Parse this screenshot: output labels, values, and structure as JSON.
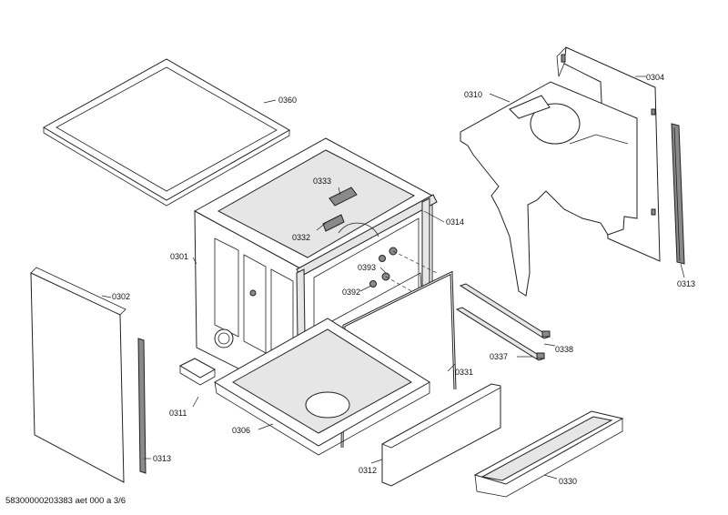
{
  "parts": {
    "p0360": "0360",
    "p0304": "0304",
    "p0310": "0310",
    "p0333": "0333",
    "p0314": "0314",
    "p0301": "0301",
    "p0332": "0332",
    "p0393": "0393",
    "p0392": "0392",
    "p0302": "0302",
    "p0313a": "0313",
    "p0313b": "0313",
    "p0338": "0338",
    "p0337": "0337",
    "p0331": "0331",
    "p0311": "0311",
    "p0306": "0306",
    "p0312": "0312",
    "p0330": "0330"
  },
  "footer": "58300000203383 aet 000 a 3/6"
}
